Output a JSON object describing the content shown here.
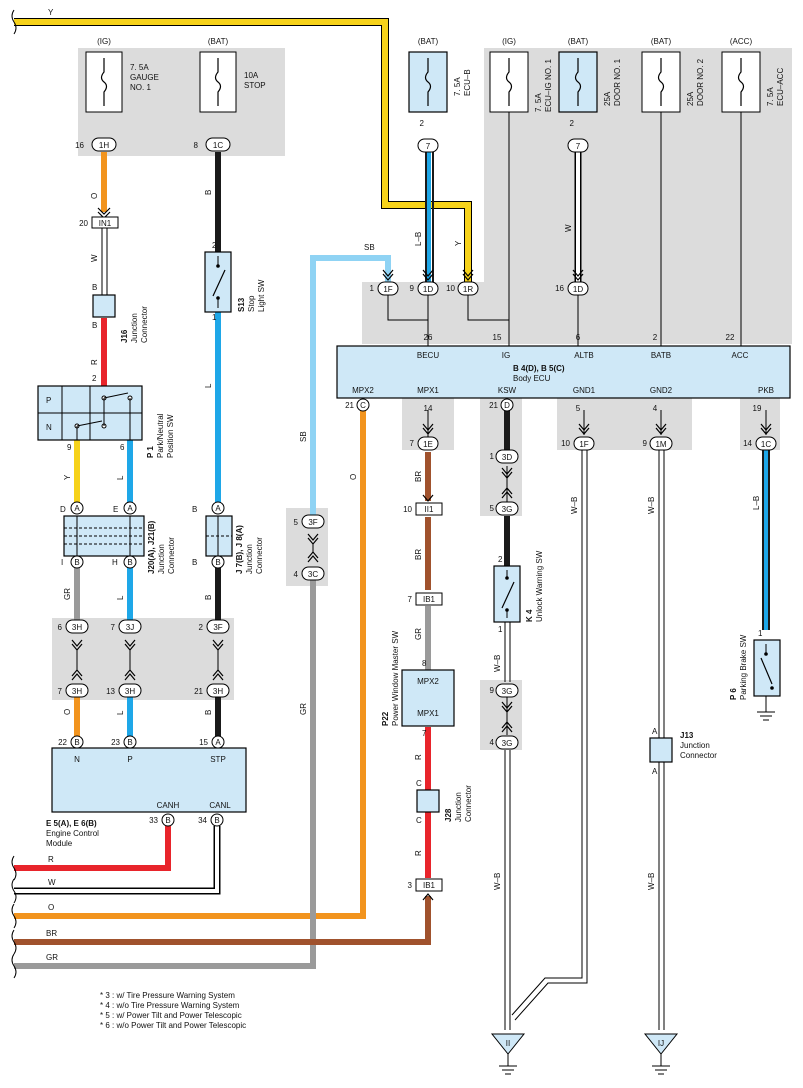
{
  "wire_colors": {
    "Y": "#f6d21a",
    "O": "#f2941e",
    "B": "#1a1a1a",
    "W": "#ffffff",
    "L": "#1ea7e8",
    "SB": "#8fd3f4",
    "GR": "#9a9a9a",
    "R": "#e8242b",
    "BR": "#a0522d",
    "component_fill": "#cfe8f7",
    "connector_gray": "#dcdcdc"
  },
  "fuses": [
    {
      "source": "(IG)",
      "line1": "7. 5A",
      "line2": "GAUGE",
      "line3": "NO. 1",
      "pin": "16",
      "conn": "1H"
    },
    {
      "source": "(BAT)",
      "line1": "10A",
      "line2": "STOP",
      "line3": "",
      "pin": "8",
      "conn": "1C"
    },
    {
      "source": "(BAT)",
      "line1": "7. 5A",
      "line2": "ECU–B",
      "pin": "2",
      "conn": "7"
    },
    {
      "source": "(IG)",
      "line1": "7. 5A",
      "line2": "ECU–IG NO. 1"
    },
    {
      "source": "(BAT)",
      "line1": "25A",
      "line2": "DOOR NO. 1",
      "pin": "2",
      "conn": "7"
    },
    {
      "source": "(BAT)",
      "line1": "25A",
      "line2": "DOOR NO. 2"
    },
    {
      "source": "(ACC)",
      "line1": "7. 5A",
      "line2": "ECU–ACC"
    }
  ],
  "top_wire": "Y",
  "labels": {
    "w_O": "O",
    "w_W": "W",
    "w_B": "B",
    "w_R": "R",
    "w_Y": "Y",
    "w_L": "L",
    "w_GR": "GR",
    "w_SB": "SB",
    "w_LB": "L–B",
    "w_WB": "W–B",
    "w_BR": "BR"
  },
  "connectors": {
    "in1_pin": "20",
    "in1": "IN1",
    "j16_B1": "B",
    "j16_B2": "B",
    "j16_name": "J16",
    "j16_desc1": "Junction",
    "j16_desc2": "Connector",
    "s13_pin2": "2",
    "s13_pin1": "1",
    "s13_name": "S13",
    "s13_desc1": "Stop",
    "s13_desc2": "Light SW",
    "r_pin2": "2",
    "p1_P": "P",
    "p1_N": "N",
    "p1_pin9": "9",
    "p1_pin6": "6",
    "p1_name": "P 1",
    "p1_desc1": "Park/Neutral",
    "p1_desc2": "Position SW",
    "j20_D": "D",
    "j20_A1": "A",
    "j20_E": "E",
    "j20_A2": "A",
    "j20_I": "I",
    "j20_B1": "B",
    "j20_H": "H",
    "j20_B2": "B",
    "j20_name": "J20(A), J21(B)",
    "j20_desc1": "Junction",
    "j20_desc2": "Connector",
    "j7_B1": "B",
    "j7_A": "A",
    "j7_B2": "B",
    "j7_B3": "B",
    "j7_name": "J 7(B), J 8(A)",
    "j7_desc1": "Junction",
    "j7_desc2": "Connector",
    "c3H_6": "6",
    "c3H_a": "3H",
    "c3J_7": "7",
    "c3J": "3J",
    "c3F_2": "2",
    "c3F_a": "3F",
    "c3H_7": "7",
    "c3H_b": "3H",
    "c3H_13": "13",
    "c3H_c": "3H",
    "c3H_21": "21",
    "c3H_d": "3H",
    "e5_22": "22",
    "e5_23": "23",
    "e5_15": "15",
    "e5_N": "N",
    "e5_P": "P",
    "e5_STP": "STP",
    "e5_CANH": "CANH",
    "e5_CANL": "CANL",
    "e5_33": "33",
    "e5_34": "34",
    "e5_B1": "B",
    "e5_B2": "B",
    "e5_name": "E 5(A), E 6(B)",
    "e5_desc1": "Engine Control",
    "e5_desc2": "Module",
    "c3F_5": "5",
    "c3F_b": "3F",
    "c3C_4": "4",
    "c3C": "3C",
    "becu_1": "1",
    "becu_1F": "1F",
    "becu_9": "9",
    "becu_1D": "1D",
    "becu_10": "10",
    "becu_1R": "1R",
    "becu_16": "16",
    "becu_1D2": "1D",
    "becu_26": "26",
    "becu_15": "15",
    "becu_6": "6",
    "becu_2": "2",
    "becu_22": "22",
    "becu_BECU": "BECU",
    "becu_IG": "IG",
    "becu_ALTB": "ALTB",
    "becu_BATB": "BATB",
    "becu_ACC": "ACC",
    "becu_name": "B 4(D), B 5(C)",
    "becu_desc": "Body ECU",
    "becu_MPX2": "MPX2",
    "becu_MPX1": "MPX1",
    "becu_KSW": "KSW",
    "becu_GND1": "GND1",
    "becu_GND2": "GND2",
    "becu_PKB": "PKB",
    "becu_21a": "21",
    "becu_C": "C",
    "becu_14a": "14",
    "becu_21b": "21",
    "becu_D": "D",
    "becu_5": "5",
    "becu_4": "4",
    "becu_19": "19",
    "c1E_7": "7",
    "c1E": "1E",
    "c1F_10": "10",
    "c1F": "1F",
    "c1M_9": "9",
    "c1M": "1M",
    "c1C_14": "14",
    "c1C": "1C",
    "c3D_1": "1",
    "c3D": "3D",
    "c3G_5": "5",
    "c3G_a": "3G",
    "ii1_10": "10",
    "ii1": "II1",
    "ib1_7": "7",
    "ib1_a": "IB1",
    "k4_2": "2",
    "k4_1": "1",
    "k4_name": "K 4",
    "k4_desc": "Unlock Warning SW",
    "p22_8": "8",
    "p22_MPX2": "MPX2",
    "p22_MPX1": "MPX1",
    "p22_7": "7",
    "p22_name": "P22",
    "p22_desc": "Power Window Master SW",
    "c3G_9": "9",
    "c3G_b": "3G",
    "c3G_4": "4",
    "c3G_c": "3G",
    "j28_C1": "C",
    "j28_C2": "C",
    "j28_name": "J28",
    "j28_desc1": "Junction",
    "j28_desc2": "Connector",
    "ib1_3": "3",
    "ib1_b": "IB1",
    "p6_1": "1",
    "p6_name": "P 6",
    "p6_desc": "Parking Brake SW",
    "j13_A1": "A",
    "j13_A2": "A",
    "j13_name": "J13",
    "j13_desc1": "Junction",
    "j13_desc2": "Connector",
    "gnd_II": "II",
    "gnd_IJ": "IJ"
  },
  "bottom_wires": [
    "R",
    "W",
    "O",
    "BR",
    "GR"
  ],
  "notes": [
    "* 3 : w/ Tire Pressure Warning System",
    "* 4 : w/o Tire Pressure Warning System",
    "* 5 : w/ Power Tilt and Power Telescopic",
    "* 6 : w/o Power Tilt and Power Telescopic"
  ]
}
